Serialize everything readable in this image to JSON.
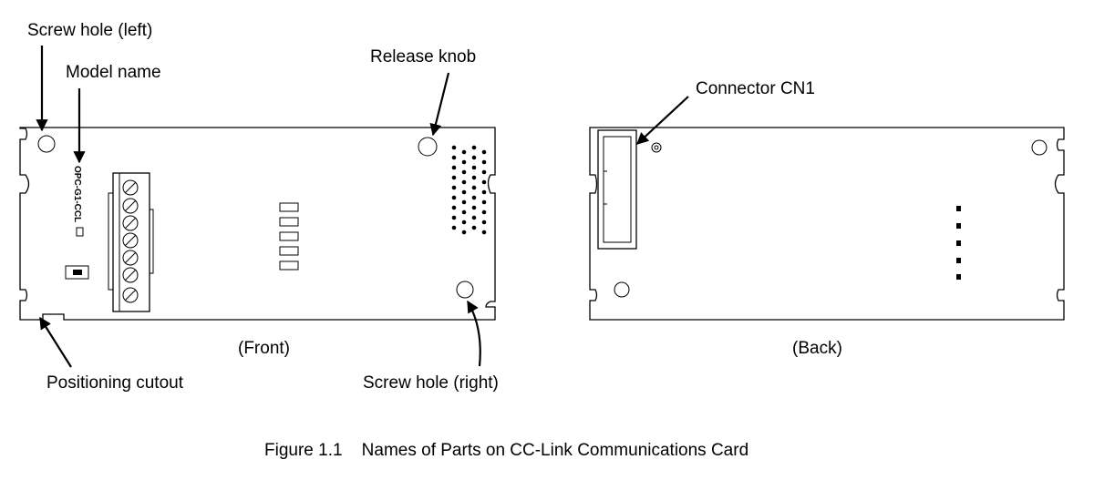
{
  "labels": {
    "screw_hole_left": "Screw hole (left)",
    "model_name": "Model name",
    "release_knob": "Release knob",
    "connector_cn1": "Connector CN1",
    "positioning_cutout": "Positioning cutout",
    "screw_hole_right": "Screw hole (right)"
  },
  "board_text": {
    "model": "OPC-G1-CCL"
  },
  "views": {
    "front": "(Front)",
    "back": "(Back)"
  },
  "caption": "Figure 1.1    Names of Parts on CC-Link Communications Card",
  "colors": {
    "line": "#000000",
    "background": "#ffffff"
  }
}
